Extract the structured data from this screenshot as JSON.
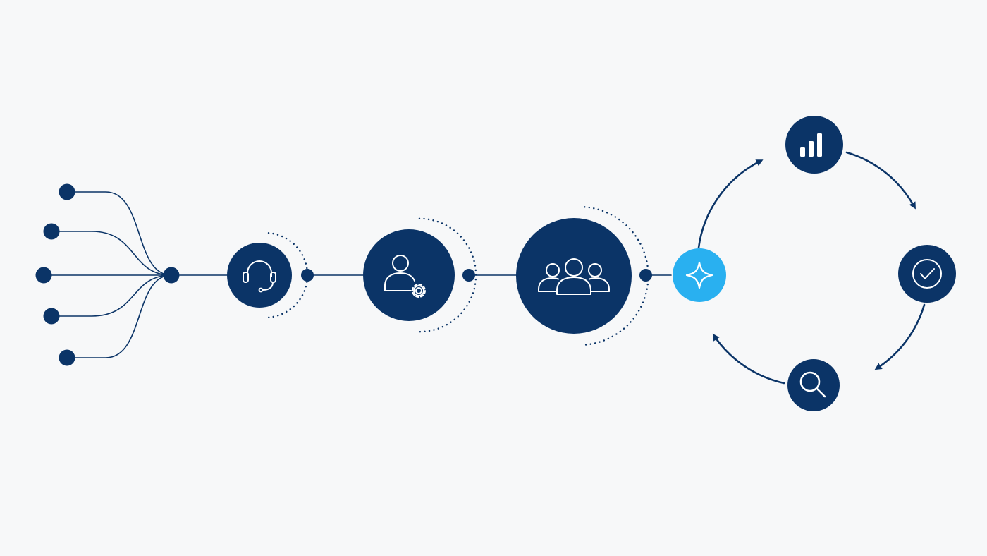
{
  "colors": {
    "background": "#f7f8f9",
    "primary": "#0b3467",
    "accent": "#29b0f0",
    "icon_stroke": "#ffffff"
  },
  "icons": {
    "stage_1": "headset-icon",
    "stage_2": "user-gear-icon",
    "stage_3": "group-icon",
    "hub": "sparkle-icon",
    "cycle_top": "bar-chart-icon",
    "cycle_right": "check-circle-icon",
    "cycle_bottom": "search-icon"
  },
  "diagram": {
    "input_count": 5,
    "pipeline_stages": [
      "headset",
      "user-gear",
      "group"
    ],
    "cycle_nodes": [
      "bar-chart",
      "check-circle",
      "search"
    ]
  }
}
